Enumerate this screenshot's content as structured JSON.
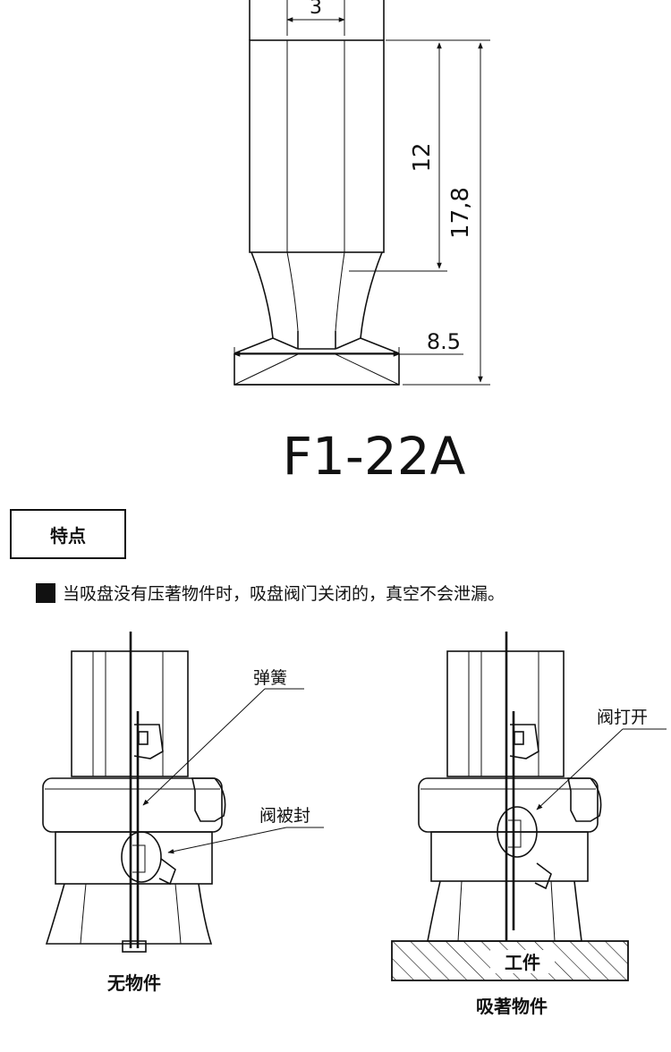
{
  "dimensions": {
    "width_top": "3",
    "height_12": "12",
    "height_178": "17,8",
    "width_85": "8.5"
  },
  "model": "F1-22A",
  "features": {
    "heading": "特点",
    "bullet_text": "当吸盘没有压著物件时，吸盘阀门关闭的，真空不会泄漏。"
  },
  "left_diagram": {
    "label_spring": "弹簧",
    "label_valve_sealed": "阀被封",
    "caption": "无物件"
  },
  "right_diagram": {
    "label_valve_open": "阀打开",
    "label_workpiece": "工件",
    "caption": "吸著物件"
  }
}
